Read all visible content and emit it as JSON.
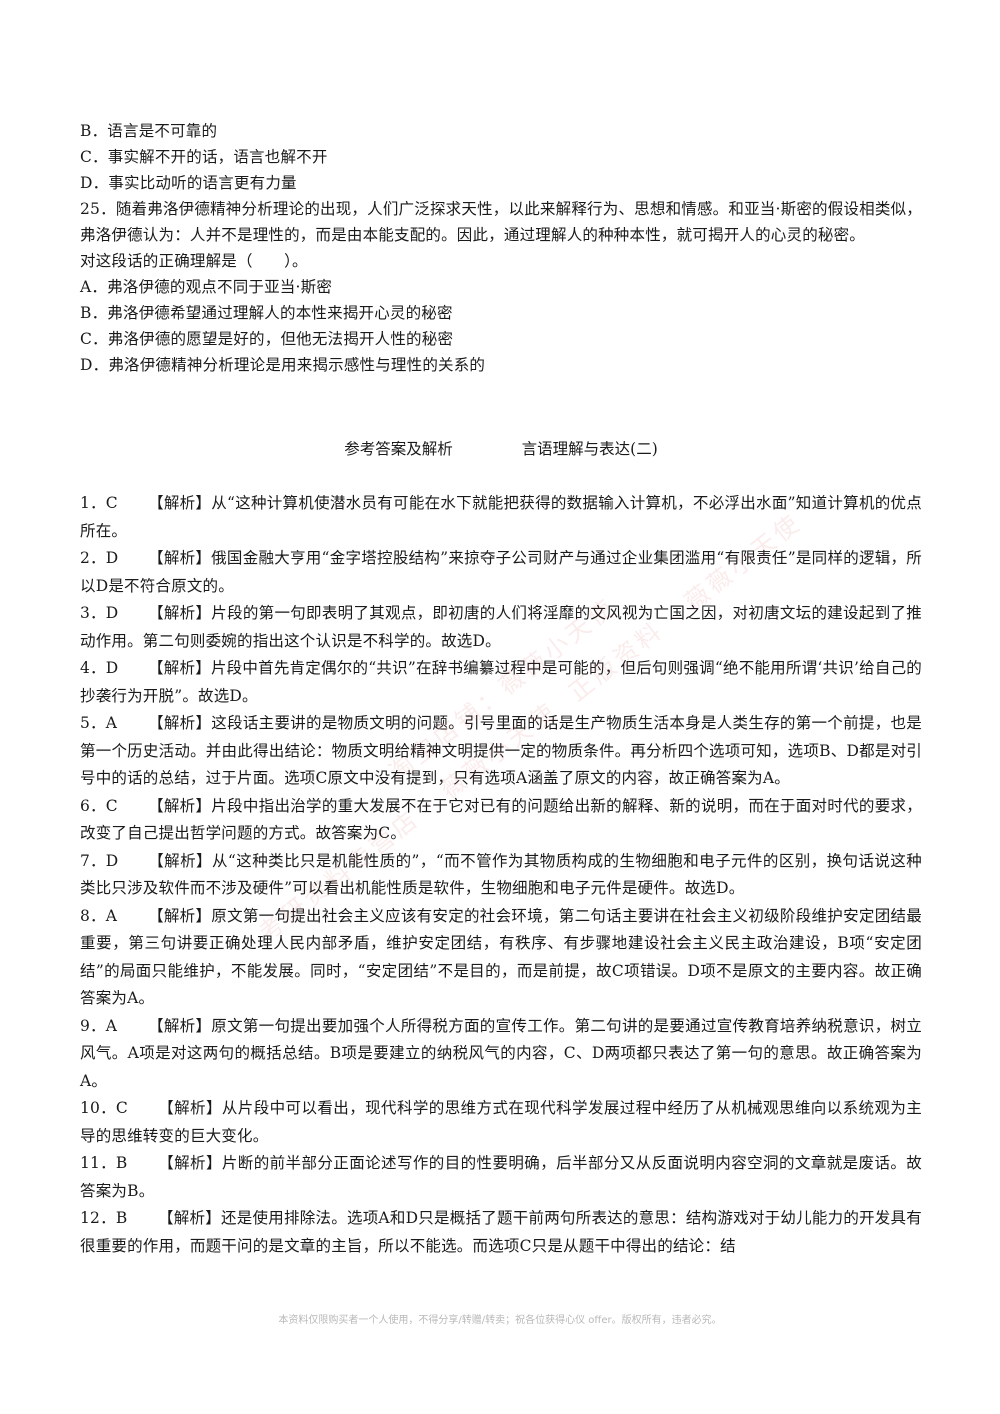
{
  "questions": {
    "q24_options": [
      "B．语言是不可靠的",
      "C．事实解不开的话，语言也解不开",
      "D．事实比动听的语言更有力量"
    ],
    "q25": {
      "stem": "25．随着弗洛伊德精神分析理论的出现，人们广泛探求天性，以此来解释行为、思想和情感。和亚当·斯密的假设相类似，弗洛伊德认为：人并不是理性的，而是由本能支配的。因此，通过理解人的种种本性，就可揭开人的心灵的秘密。",
      "question": "对这段话的正确理解是（　　）。",
      "options": [
        "A．弗洛伊德的观点不同于亚当·斯密",
        "B．弗洛伊德希望通过理解人的本性来揭开心灵的秘密",
        "C．弗洛伊德的愿望是好的，但他无法揭开人性的秘密",
        "D．弗洛伊德精神分析理论是用来揭示感性与理性的关系的"
      ]
    }
  },
  "section": {
    "title_left": "参考答案及解析",
    "title_right": "言语理解与表达(二)"
  },
  "answers": [
    {
      "num": "1．C",
      "text": "【解析】从“这种计算机使潜水员有可能在水下就能把获得的数据输入计算机，不必浮出水面”知道计算机的优点所在。"
    },
    {
      "num": "2．D",
      "text": "【解析】俄国金融大亨用“金字塔控股结构”来掠夺子公司财产与通过企业集团滥用“有限责任”是同样的逻辑，所以D是不符合原文的。"
    },
    {
      "num": "3．D",
      "text": "【解析】片段的第一句即表明了其观点，即初唐的人们将淫靡的文风视为亡国之因，对初唐文坛的建设起到了推动作用。第二句则委婉的指出这个认识是不科学的。故选D。"
    },
    {
      "num": "4．D",
      "text": "【解析】片段中首先肯定偶尔的“共识”在辞书编纂过程中是可能的，但后句则强调“绝不能用所谓‘共识’给自己的抄袭行为开脱”。故选D。"
    },
    {
      "num": "5．A",
      "text": "【解析】这段话主要讲的是物质文明的问题。引号里面的话是生产物质生活本身是人类生存的第一个前提，也是第一个历史活动。并由此得出结论：物质文明给精神文明提供一定的物质条件。再分析四个选项可知，选项B、D都是对引号中的话的总结，过于片面。选项C原文中没有提到，只有选项A涵盖了原文的内容，故正确答案为A。"
    },
    {
      "num": "6．C",
      "text": "【解析】片段中指出治学的重大发展不在于它对已有的问题给出新的解释、新的说明，而在于面对时代的要求，改变了自己提出哲学问题的方式。故答案为C。"
    },
    {
      "num": "7．D",
      "text": "【解析】从“这种类比只是机能性质的”，“而不管作为其物质构成的生物细胞和电子元件的区别，换句话说这种类比只涉及软件而不涉及硬件”可以看出机能性质是软件，生物细胞和电子元件是硬件。故选D。"
    },
    {
      "num": "8．A",
      "text": "【解析】原文第一句提出社会主义应该有安定的社会环境，第二句话主要讲在社会主义初级阶段维护安定团结最重要，第三句讲要正确处理人民内部矛盾，维护安定团结，有秩序、有步骤地建设社会主义民主政治建设，B项“安定团结”的局面只能维护，不能发展。同时，“安定团结”不是目的，而是前提，故C项错误。D项不是原文的主要内容。故正确答案为A。"
    },
    {
      "num": "9．A",
      "text": "【解析】原文第一句提出要加强个人所得税方面的宣传工作。第二句讲的是要通过宣传教育培养纳税意识，树立风气。A项是对这两句的概括总结。B项是要建立的纳税风气的内容，C、D两项都只表达了第一句的意思。故正确答案为A。"
    },
    {
      "num": "10．C",
      "text": "【解析】从片段中可以看出，现代科学的思维方式在现代科学发展过程中经历了从机械观思维向以系统观为主导的思维转变的巨大变化。"
    },
    {
      "num": "11．B",
      "text": "【解析】片断的前半部分正面论述写作的目的性要明确，后半部分又从反面说明内容空洞的文章就是废话。故答案为B。"
    },
    {
      "num": "12．B",
      "text": "【解析】还是使用排除法。选项A和D只是概括了题干前两句所表达的意思：结构游戏对于幼儿能力的开发具有很重要的作用，而题干问的是文章的主旨，所以不能选。而选项C只是从题干中得出的结论：结"
    }
  ],
  "footer": "本资料仅限购买者一个人使用，不得分享/转赠/转卖；祝各位获得心仪 offer。版权所有，违者必究。",
  "watermarks": [
    "淘宝店铺：薇薇小天使",
    "考研资料专营店 · 薇薇小天使",
    "正版资料 · 薇薇小天使"
  ],
  "colors": {
    "text": "#1a1a1a",
    "footer": "#b8b8b8",
    "watermark": "#dc4646"
  }
}
